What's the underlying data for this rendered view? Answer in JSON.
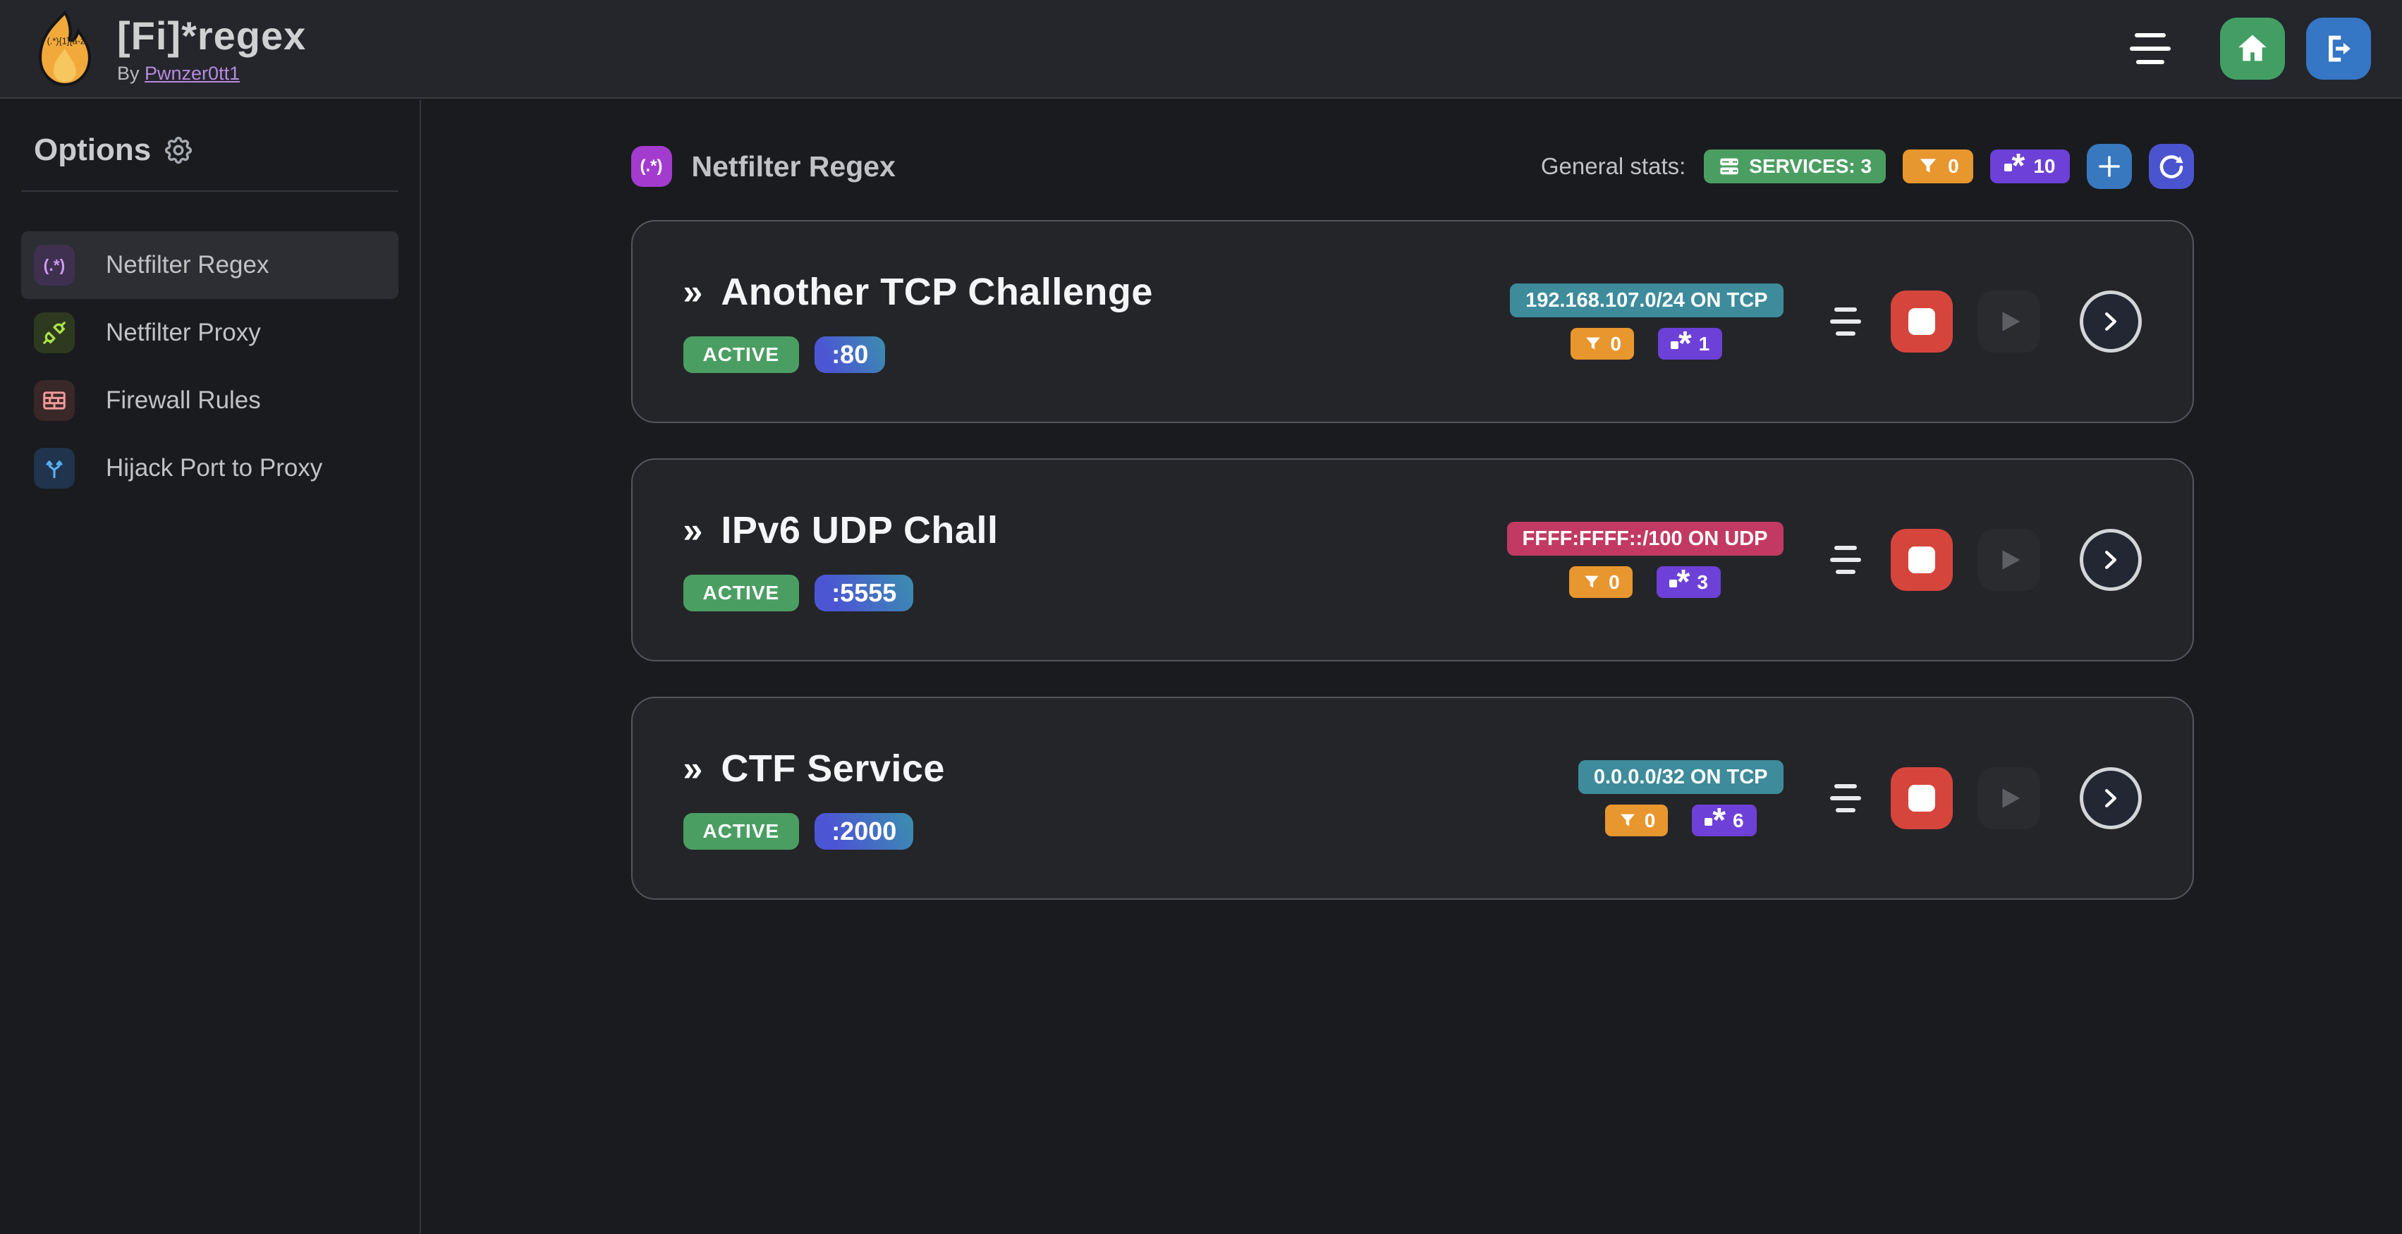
{
  "navbar": {
    "title": "[Fi]*regex",
    "byline_prefix": "By ",
    "author": "Pwnzer0tt1",
    "logo_text": "(.*){1}[a-z0-9]"
  },
  "sidebar": {
    "heading": "Options",
    "items": [
      {
        "label": "Netfilter Regex",
        "icon": "regex-icon",
        "glyph": "(.*)",
        "selected": true
      },
      {
        "label": "Netfilter Proxy",
        "icon": "plug-icon",
        "selected": false
      },
      {
        "label": "Firewall Rules",
        "icon": "brick-wall-icon",
        "selected": false
      },
      {
        "label": "Hijack Port to Proxy",
        "icon": "split-arrows-icon",
        "selected": false
      }
    ]
  },
  "main": {
    "header": {
      "icon_glyph": "(.*)",
      "title": "Netfilter Regex"
    },
    "stats": {
      "label": "General stats:",
      "services_badge": "SERVICES: 3",
      "filter_count": "0",
      "regex_count": "10"
    },
    "services": [
      {
        "name": "Another TCP Challenge",
        "status": "ACTIVE",
        "port": ":80",
        "address": "192.168.107.0/24 ON TCP",
        "addr_color": "teal",
        "filter_count": "0",
        "regex_count": "1"
      },
      {
        "name": "IPv6 UDP Chall",
        "status": "ACTIVE",
        "port": ":5555",
        "address": "FFFF:FFFF::/100 ON UDP",
        "addr_color": "pink",
        "filter_count": "0",
        "regex_count": "3"
      },
      {
        "name": "CTF Service",
        "status": "ACTIVE",
        "port": ":2000",
        "address": "0.0.0.0/32 ON TCP",
        "addr_color": "teal",
        "filter_count": "0",
        "regex_count": "6"
      }
    ]
  },
  "icons": {
    "chevrons": "»",
    "regex_star": "*",
    "plus": "+"
  },
  "colors": {
    "page_bg": "#1a1b1e",
    "navbar_bg": "#24262c",
    "card_bg": "#242529",
    "green": "#4b9e62",
    "orange": "#e8962e",
    "violet": "#6d40d8",
    "teal": "#3d8b9b",
    "pink": "#c23a63",
    "grape": "#a33bce",
    "stop_red": "#d6453c",
    "home_green": "#429e63",
    "logout_blue": "#3576c5",
    "plus_blue": "#3878bf",
    "refresh_indigo": "#4a54cf",
    "link_purple": "#b78ae0"
  }
}
